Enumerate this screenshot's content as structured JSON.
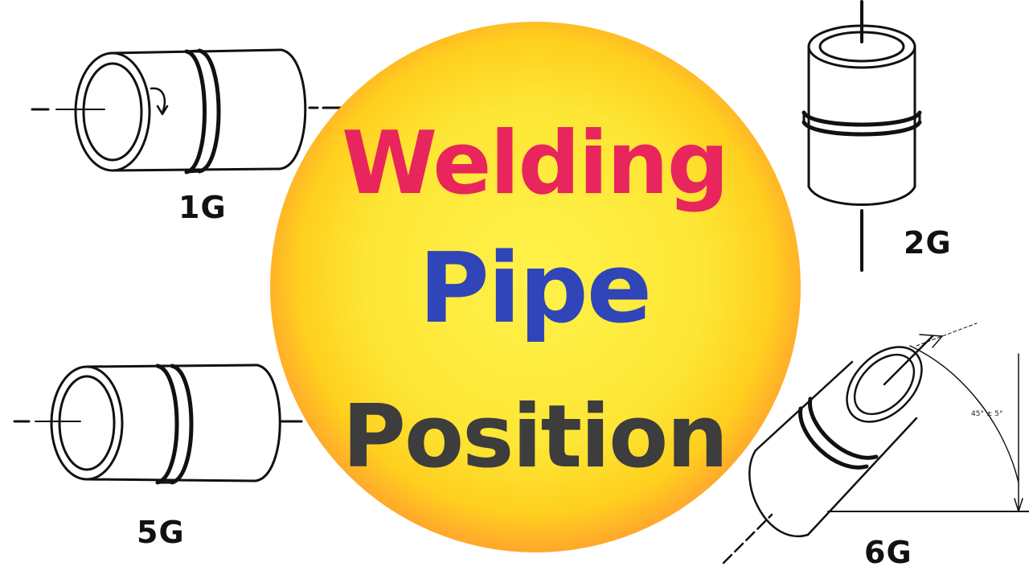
{
  "title": {
    "line1": "Welding",
    "line2": "Pipe",
    "line3": "Position"
  },
  "colors": {
    "line1": "#e8255d",
    "line2": "#2f45b8",
    "line3": "#3d3d3d",
    "circle_center": "#fdea30",
    "circle_edge": "#ffc81a",
    "circle_outer_glow": "#ff9b2a"
  },
  "positions": [
    {
      "id": "1g",
      "label": "1G",
      "orientation": "horizontal, rotated"
    },
    {
      "id": "2g",
      "label": "2G",
      "orientation": "vertical"
    },
    {
      "id": "5g",
      "label": "5G",
      "orientation": "horizontal, fixed"
    },
    {
      "id": "6g",
      "label": "6G",
      "orientation": "inclined"
    }
  ],
  "angle_annotation": "45° ± 5°"
}
